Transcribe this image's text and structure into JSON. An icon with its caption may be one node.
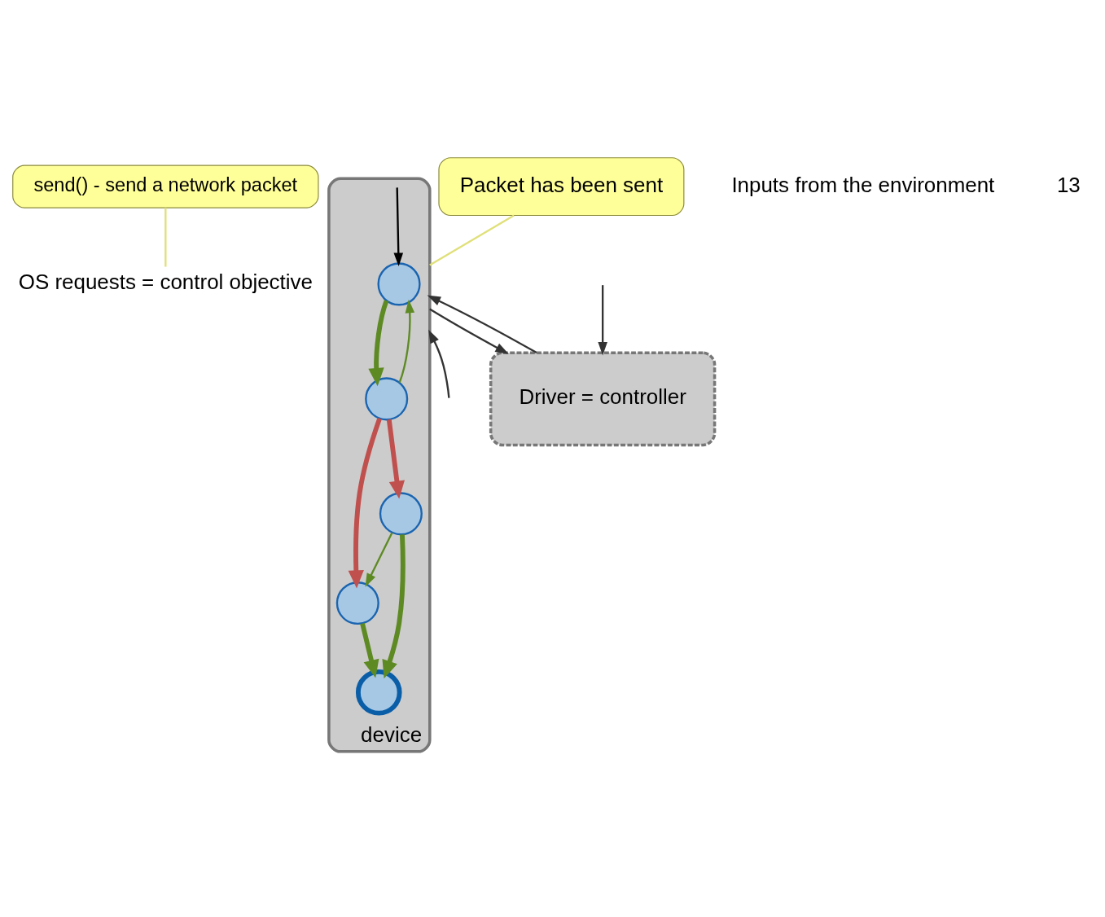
{
  "diagram": {
    "nodes": [
      {
        "text": [
          "OS requests = control objective"
        ]
      },
      {
        "text": [
          "send() - send a network packet"
        ]
      },
      {
        "text": [
          "Driver = controller"
        ]
      },
      {
        "text": [
          "device"
        ]
      },
      {
        "text": [],
        "shape": "circle",
        "in": 3
      },
      {
        "text": [],
        "shape": "circle",
        "in": 3
      },
      {
        "text": [],
        "shape": "circle",
        "in": 3
      },
      {
        "text": [],
        "shape": "circle",
        "in": 3
      },
      {
        "text": [],
        "shape": "circle",
        "in": 3
      },
      {
        "text": [
          "Packet has been sent"
        ]
      }
    ],
    "edges": [
      {
        "from": null,
        "to": 2,
        "arrow": "to"
      },
      {
        "from": 1,
        "to": 0,
        "arrow": "none",
        "color": "#e0e07a"
      },
      {
        "from": 2,
        "to": 3,
        "arrow": "to"
      },
      {
        "from": 3,
        "to": 2,
        "arrow": "to"
      },
      {
        "from": null,
        "to": 4,
        "arrow": "to",
        "color": "#000000"
      },
      {
        "from": 4,
        "to": 5,
        "arrow": "to",
        "style": "thick",
        "color": "#5e8a24"
      },
      {
        "from": 5,
        "to": 4,
        "arrow": "to",
        "color": "#5e8a24"
      },
      {
        "from": 5,
        "to": 6,
        "arrow": "to",
        "style": "thick",
        "color": "#c0504d"
      },
      {
        "from": 5,
        "to": 7,
        "arrow": "to",
        "style": "thick",
        "color": "#c0504d"
      },
      {
        "from": 7,
        "to": 6,
        "arrow": "to",
        "color": "#5e8a24"
      },
      {
        "from": 7,
        "to": 8,
        "arrow": "to",
        "style": "thick",
        "color": "#5e8a24"
      },
      {
        "from": 6,
        "to": 8,
        "arrow": "to",
        "style": "thick",
        "color": "#5e8a24"
      },
      {
        "from": 9,
        "to": 3,
        "arrow": "none",
        "color": "#e0e07a"
      },
      {
        "from": null,
        "to": 3,
        "arrow": "to"
      }
    ],
    "labels": [
      "Inputs from the environment",
      "13"
    ]
  }
}
